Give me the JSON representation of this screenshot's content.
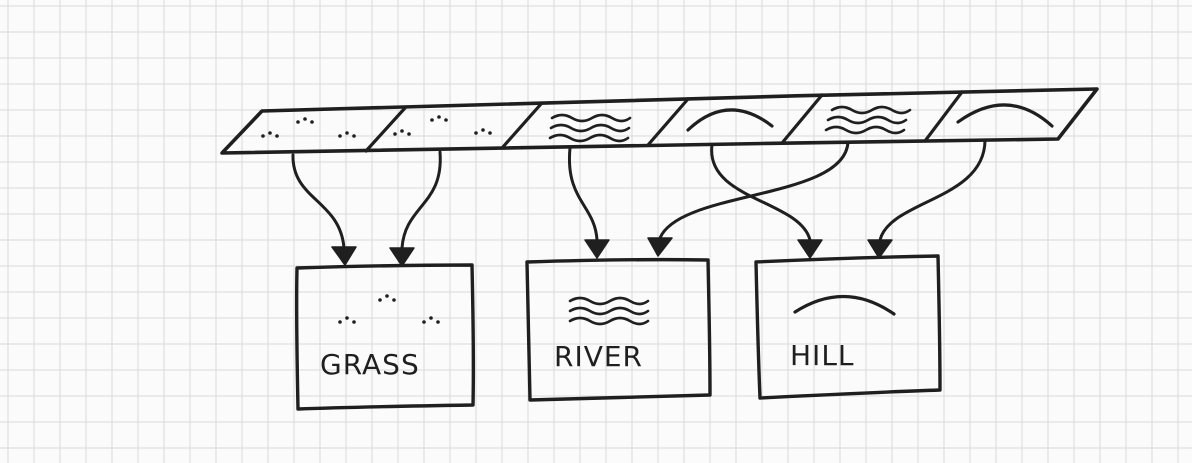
{
  "terrain_types": {
    "grass": {
      "label": "GRASS",
      "icon": "grass-dots-icon"
    },
    "river": {
      "label": "RIVER",
      "icon": "wave-lines-icon"
    },
    "hill": {
      "label": "HILL",
      "icon": "hill-arc-icon"
    }
  },
  "tile_strip": {
    "tiles": [
      {
        "terrain": "grass",
        "icon": "grass-dots-icon"
      },
      {
        "terrain": "grass",
        "icon": "grass-dots-icon"
      },
      {
        "terrain": "river",
        "icon": "wave-lines-icon"
      },
      {
        "terrain": "hill",
        "icon": "hill-arc-icon"
      },
      {
        "terrain": "river",
        "icon": "wave-lines-icon"
      },
      {
        "terrain": "hill",
        "icon": "hill-arc-icon"
      }
    ]
  },
  "connections": [
    {
      "from_tile": 1,
      "to": "grass"
    },
    {
      "from_tile": 2,
      "to": "grass"
    },
    {
      "from_tile": 3,
      "to": "river"
    },
    {
      "from_tile": 4,
      "to": "hill"
    },
    {
      "from_tile": 5,
      "to": "river"
    },
    {
      "from_tile": 6,
      "to": "hill"
    }
  ],
  "colors": {
    "ink": "#1f1f1f",
    "paper": "#fbfbfb",
    "grid": "#d9d9d9"
  }
}
